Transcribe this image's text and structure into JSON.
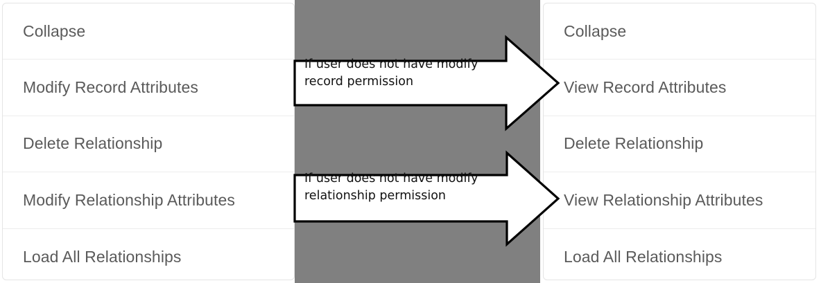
{
  "colors": {
    "panel_gray": "#808080",
    "menu_background": "#ffffff",
    "menu_text": "#5a5a5a",
    "menu_divider": "#ededed",
    "annotation_outline": "#000000",
    "annotation_fill": "#ffffff",
    "annotation_text": "#111111"
  },
  "left_menu": {
    "items": [
      {
        "label": "Collapse"
      },
      {
        "label": "Modify Record Attributes"
      },
      {
        "label": "Delete Relationship"
      },
      {
        "label": "Modify Relationship Attributes"
      },
      {
        "label": "Load All Relationships"
      }
    ]
  },
  "right_menu": {
    "items": [
      {
        "label": "Collapse"
      },
      {
        "label": "View Record Attributes"
      },
      {
        "label": "Delete Relationship"
      },
      {
        "label": "View Relationship Attributes"
      },
      {
        "label": "Load All Relationships"
      }
    ]
  },
  "annotations": [
    {
      "text": "If user does not have modify\nrecord permission",
      "icon": "right-block-arrow-icon"
    },
    {
      "text": "If user does not have modify\nrelationship permission",
      "icon": "right-block-arrow-icon"
    }
  ]
}
